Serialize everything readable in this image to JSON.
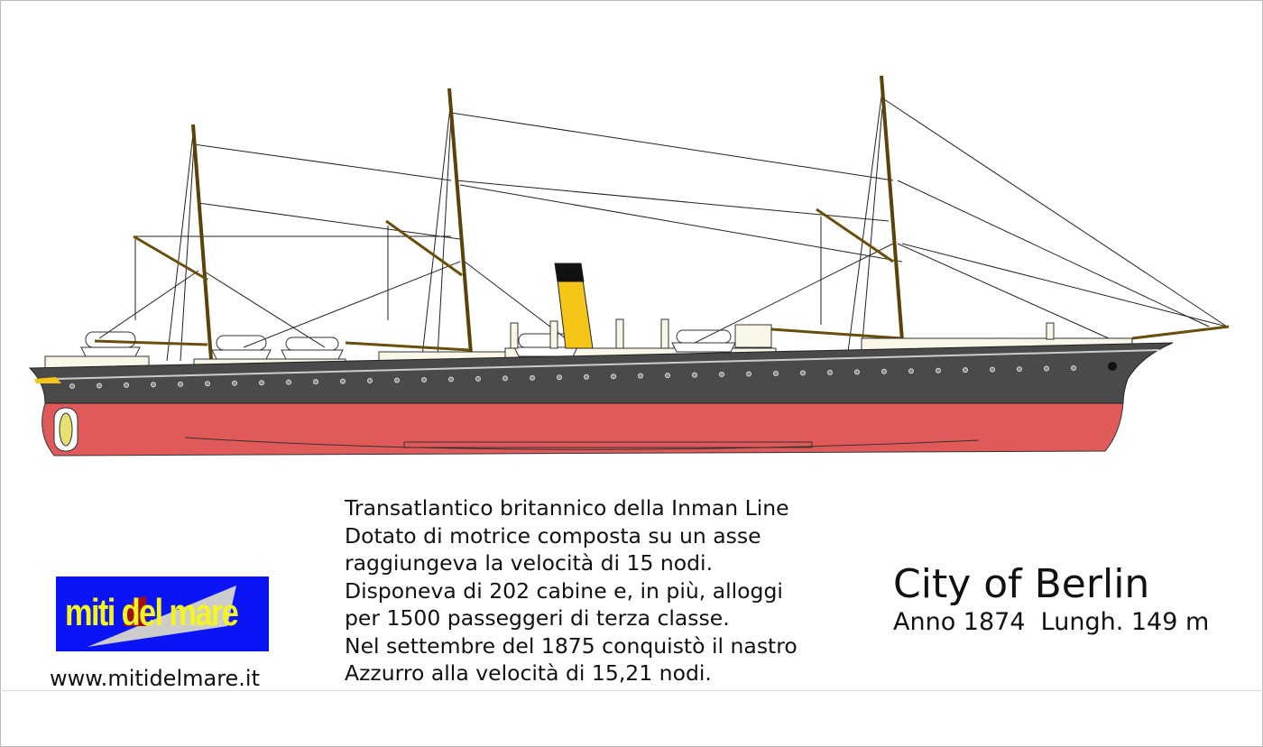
{
  "ship": {
    "name": "City of Berlin",
    "details": "Anno 1874  Lungh. 149 m",
    "colors": {
      "hull_lower": "#e05a5a",
      "hull_upper": "#4a4a4a",
      "funnel": "#f5c518",
      "masts": "#7a5a10"
    }
  },
  "description": [
    "Transatlantico britannico della Inman Line",
    "Dotato di motrice composta su un asse",
    "raggiungeva la velocità di 15 nodi.",
    "Disponeva di 202 cabine e, in più, alloggi",
    "per 1500 passeggeri di terza classe.",
    "Nel settembre del 1875 conquistò il nastro",
    "Azzurro alla velocità di 15,21 nodi."
  ],
  "logo": {
    "text": "miti del mare",
    "colors": {
      "background": "#0a14f5",
      "text": "#f5f51e"
    }
  },
  "website": "www.mitidelmare.it"
}
